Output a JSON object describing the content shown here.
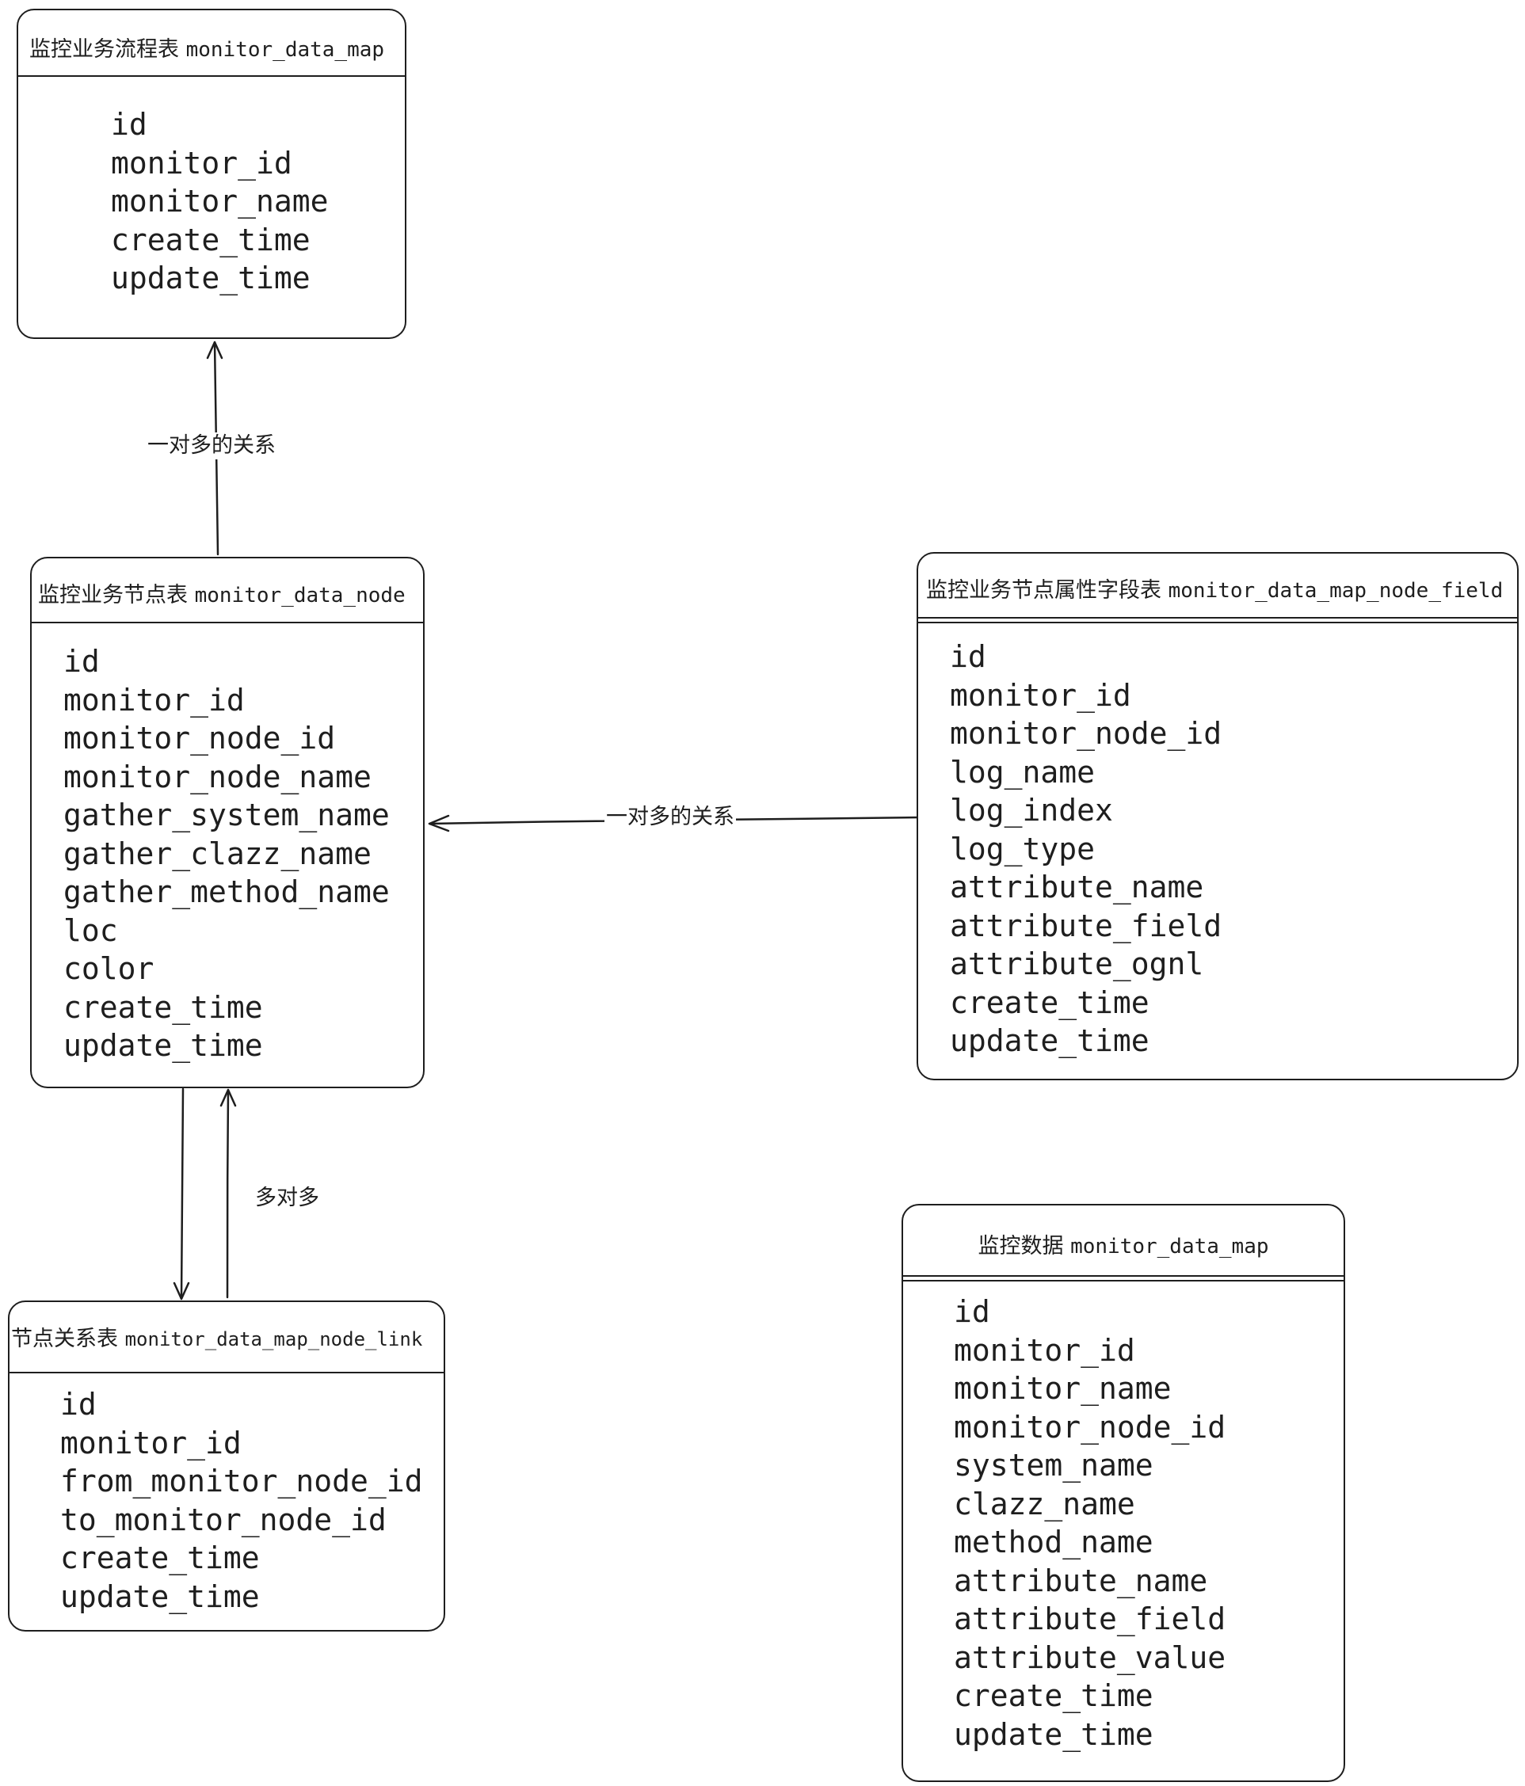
{
  "tables": {
    "map": {
      "title_cn": "监控业务流程表",
      "title_en": "monitor_data_map",
      "fields": [
        "id",
        "monitor_id",
        "monitor_name",
        "create_time",
        "update_time"
      ]
    },
    "node": {
      "title_cn": "监控业务节点表",
      "title_en": "monitor_data_node",
      "fields": [
        "id",
        "monitor_id",
        "monitor_node_id",
        "monitor_node_name",
        "gather_system_name",
        "gather_clazz_name",
        "gather_method_name",
        "loc",
        "color",
        "create_time",
        "update_time"
      ]
    },
    "field": {
      "title_cn": "监控业务节点属性字段表",
      "title_en": "monitor_data_map_node_field",
      "fields": [
        "id",
        "monitor_id",
        "monitor_node_id",
        "log_name",
        "log_index",
        "log_type",
        "attribute_name",
        "attribute_field",
        "attribute_ognl",
        "create_time",
        "update_time"
      ]
    },
    "link": {
      "title_cn": "节点关系表",
      "title_en": "monitor_data_map_node_link",
      "fields": [
        "id",
        "monitor_id",
        "from_monitor_node_id",
        "to_monitor_node_id",
        "create_time",
        "update_time"
      ]
    },
    "data": {
      "title_cn": "监控数据",
      "title_en": "monitor_data_map",
      "fields": [
        "id",
        "monitor_id",
        "monitor_name",
        "monitor_node_id",
        "system_name",
        "clazz_name",
        "method_name",
        "attribute_name",
        "attribute_field",
        "attribute_value",
        "create_time",
        "update_time"
      ]
    }
  },
  "relations": {
    "node_to_map": "一对多的关系",
    "field_to_node": "一对多的关系",
    "node_link": "多对多"
  }
}
